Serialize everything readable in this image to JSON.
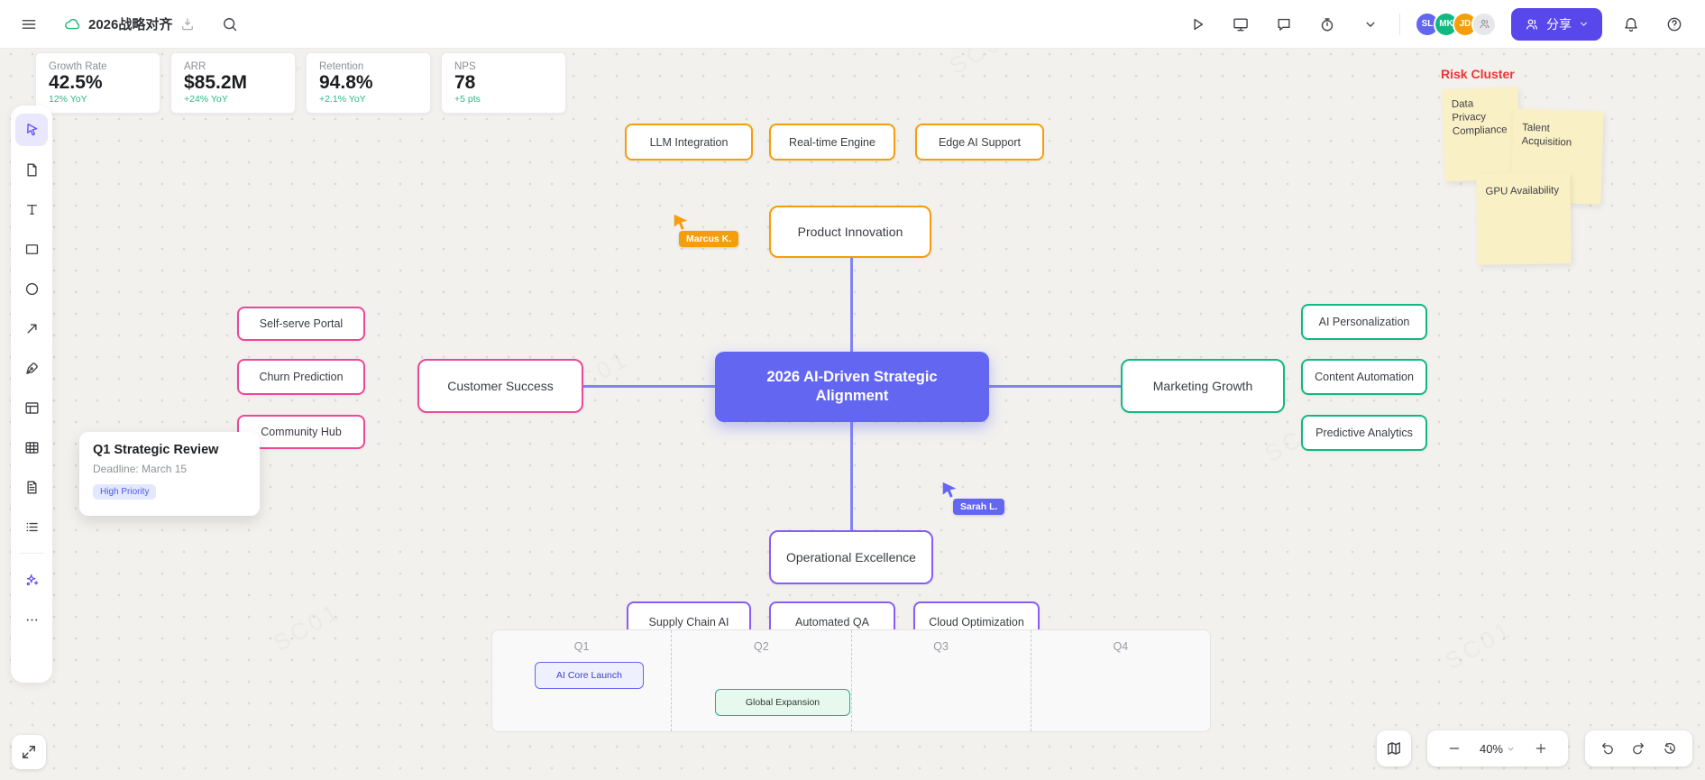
{
  "header": {
    "doc_title": "2026战略对齐",
    "share_label": "分享",
    "avatars": [
      {
        "initials": "SL",
        "color": "#6366f1"
      },
      {
        "initials": "MK",
        "color": "#10b981"
      },
      {
        "initials": "JD",
        "color": "#f59e0b"
      }
    ]
  },
  "kpis": [
    {
      "label": "Growth Rate",
      "value": "42.5%",
      "delta": "12% YoY"
    },
    {
      "label": "ARR",
      "value": "$85.2M",
      "delta": "+24% YoY"
    },
    {
      "label": "Retention",
      "value": "94.8%",
      "delta": "+2.1% YoY"
    },
    {
      "label": "NPS",
      "value": "78",
      "delta": "+5 pts"
    }
  ],
  "toolbar": {
    "tools": [
      "select",
      "file",
      "text",
      "rectangle",
      "ellipse",
      "arrow",
      "pen",
      "frame",
      "table",
      "document",
      "list",
      "ai-assistant",
      "more"
    ]
  },
  "mindmap": {
    "center": "2026 AI-Driven Strategic Alignment",
    "branches": {
      "product": {
        "label": "Product Innovation",
        "children": [
          "LLM Integration",
          "Real-time Engine",
          "Edge AI Support"
        ]
      },
      "customer": {
        "label": "Customer Success",
        "children": [
          "Self-serve Portal",
          "Churn Prediction",
          "Community Hub"
        ]
      },
      "marketing": {
        "label": "Marketing Growth",
        "children": [
          "AI Personalization",
          "Content Automation",
          "Predictive Analytics"
        ]
      },
      "operations": {
        "label": "Operational Excellence",
        "children": [
          "Supply Chain AI",
          "Automated QA",
          "Cloud Optimization"
        ]
      }
    }
  },
  "task_card": {
    "title": "Q1 Strategic Review",
    "deadline": "Deadline: March 15",
    "badge": "High Priority"
  },
  "risk_cluster": {
    "title": "Risk Cluster",
    "notes": [
      "Data Privacy Compliance",
      "Talent Acquisition",
      "GPU Availability"
    ]
  },
  "timeline": {
    "quarters": [
      "Q1",
      "Q2",
      "Q3",
      "Q4"
    ],
    "items": [
      {
        "label": "AI Core Launch",
        "quarter": "Q1"
      },
      {
        "label": "Global Expansion",
        "quarter": "Q2"
      }
    ]
  },
  "cursors": [
    {
      "name": "Marcus K.",
      "color": "#f59e0b"
    },
    {
      "name": "Sarah L.",
      "color": "#6366f1"
    }
  ],
  "controls": {
    "zoom_level": "40%"
  },
  "colors": {
    "accent_indigo": "#6366f1",
    "share_purple": "#5847eb",
    "branch_pink": "#ec4899",
    "branch_green": "#10b981",
    "branch_orange": "#f59e0b",
    "branch_purple": "#8b5cf6",
    "risk_red": "#ef3434",
    "sticky_yellow": "#faf0c6",
    "delta_green": "#2eb884"
  },
  "watermark": "SC01"
}
